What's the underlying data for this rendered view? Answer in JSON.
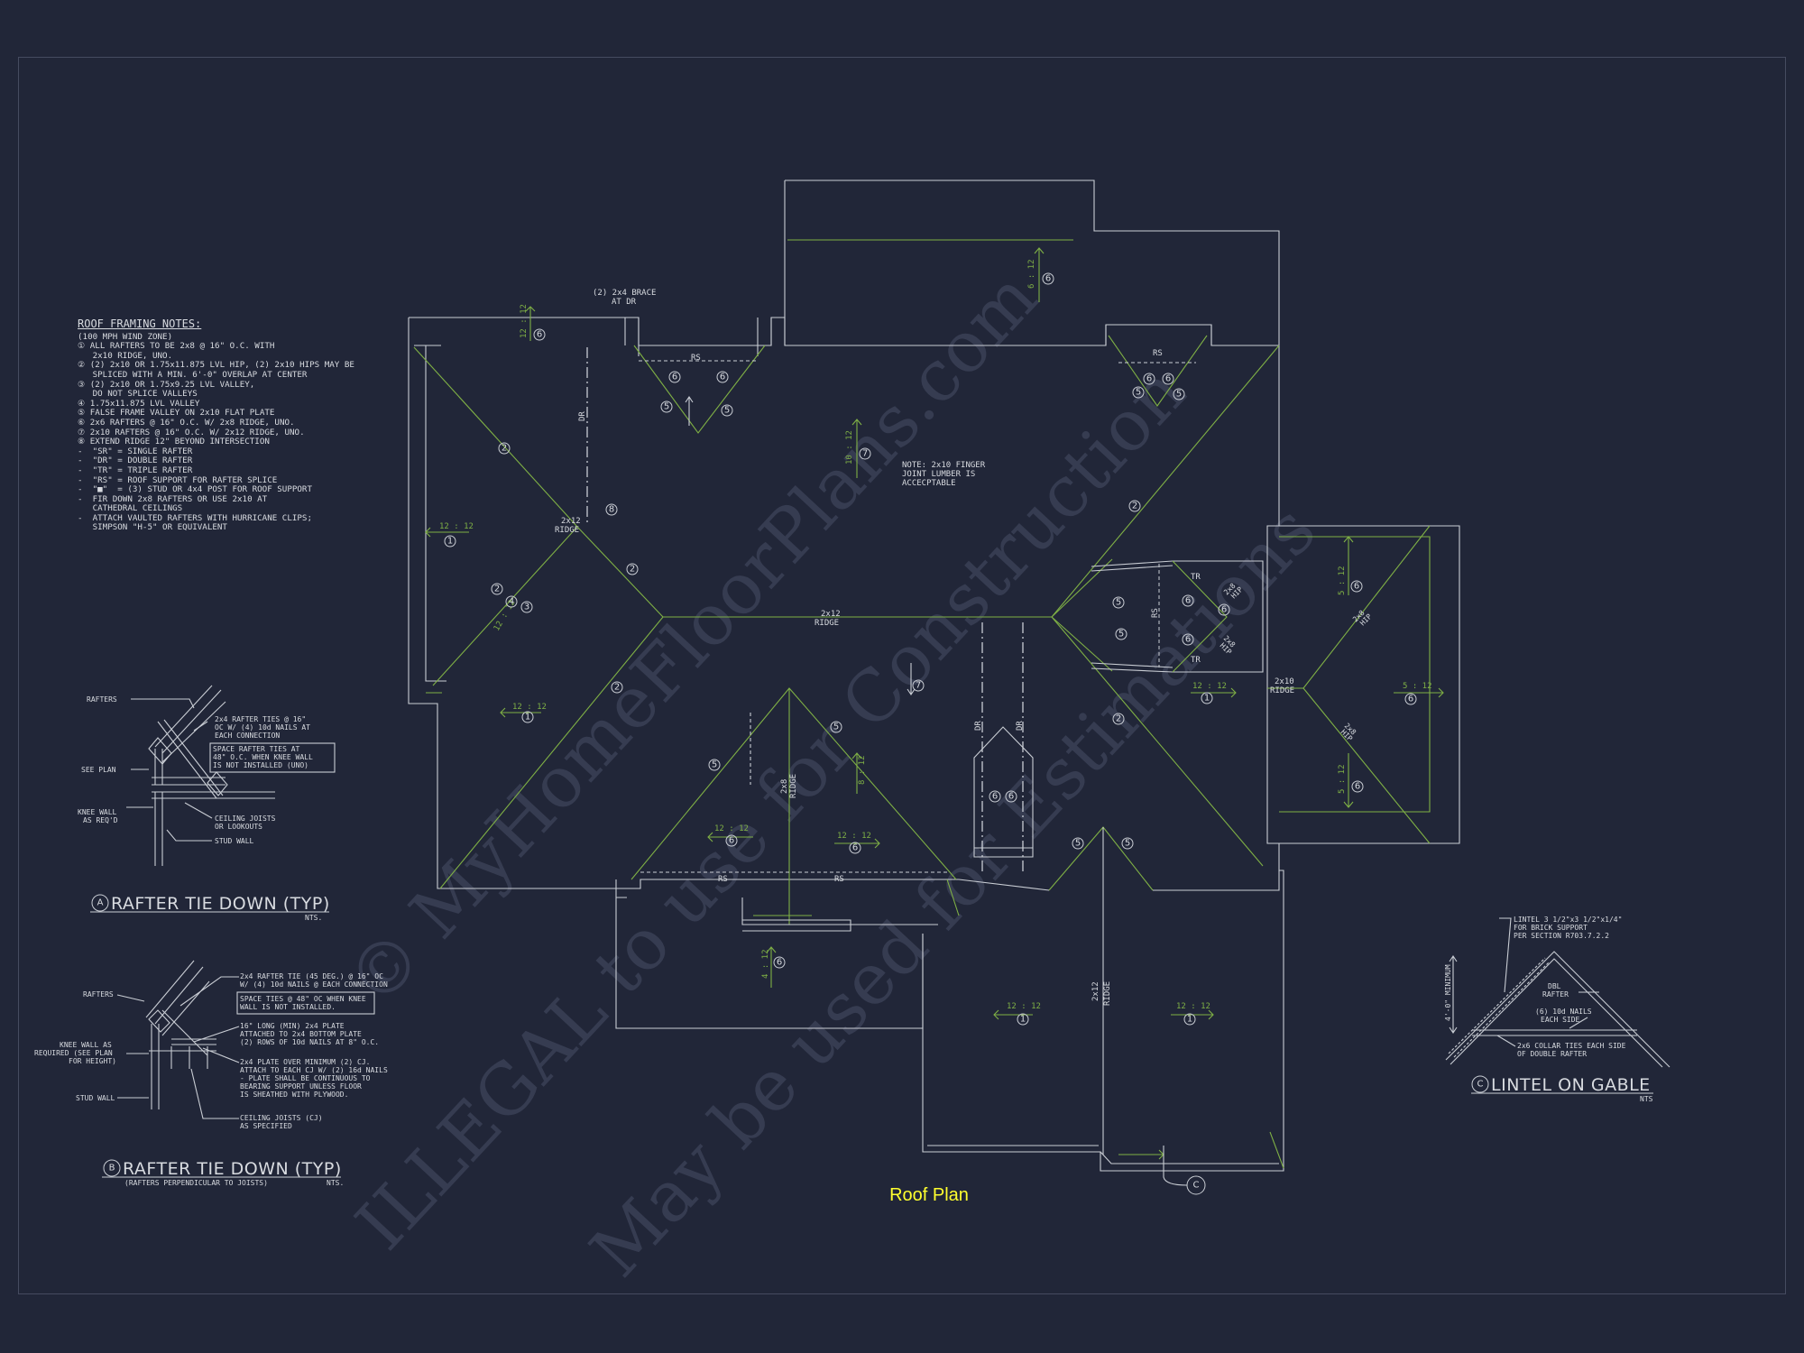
{
  "sheet_title": "Roof Plan",
  "watermarks": [
    "© MyHomeFloorPlans.com",
    "ILLEGAL to use for Construction",
    "May be used for Estimations"
  ],
  "notes": {
    "heading": "ROOF FRAMING NOTES:",
    "lines": [
      "(100 MPH WIND ZONE)",
      "① ALL RAFTERS TO BE 2x8 @ 16\" O.C. WITH",
      "   2x10 RIDGE, UNO.",
      "② (2) 2x10 OR 1.75x11.875 LVL HIP, (2) 2x10 HIPS MAY BE",
      "   SPLICED WITH A MIN. 6'-0\" OVERLAP AT CENTER",
      "③ (2) 2x10 OR 1.75x9.25 LVL VALLEY,",
      "   DO NOT SPLICE VALLEYS",
      "④ 1.75x11.875 LVL VALLEY",
      "⑤ FALSE FRAME VALLEY ON 2x10 FLAT PLATE",
      "⑥ 2x6 RAFTERS @ 16\" O.C. W/ 2x8 RIDGE, UNO.",
      "⑦ 2x10 RAFTERS @ 16\" O.C. W/ 2x12 RIDGE, UNO.",
      "⑧ EXTEND RIDGE 12\" BEYOND INTERSECTION",
      "-  \"SR\" = SINGLE RAFTER",
      "-  \"DR\" = DOUBLE RAFTER",
      "-  \"TR\" = TRIPLE RAFTER",
      "-  \"RS\" = ROOF SUPPORT FOR RAFTER SPLICE",
      "-  \"■\"  = (3) STUD OR 4x4 POST FOR ROOF SUPPORT",
      "-  FIR DOWN 2x8 RAFTERS OR USE 2x10 AT",
      "   CATHEDRAL CEILINGS",
      "-  ATTACH VAULTED RAFTERS WITH HURRICANE CLIPS;",
      "   SIMPSON \"H-5\" OR EQUIVALENT"
    ]
  },
  "plan_labels": {
    "brace": "(2) 2x4 BRACE",
    "brace2": "AT DR",
    "note1": "NOTE: 2x10 FINGER",
    "note2": "JOINT LUMBER IS",
    "note3": "ACCECPTABLE",
    "ridge_main": "2x12",
    "ridge_word": "RIDGE",
    "ridge_left": "2x12",
    "ridge_right": "2x10",
    "ridge_s": "2x12",
    "ridge_tri": "2x8",
    "rs": "RS",
    "dr": "DR",
    "tr": "TR",
    "hip": "HIP",
    "hip_size": "2x8",
    "pitch_12": "12 : 12",
    "pitch_6": "6 : 12",
    "pitch_5": "5 : 12",
    "pitch_10": "10 : 12",
    "pitch_8": "8 : 12",
    "pitch_4": "4 : 12",
    "callout_c": "C"
  },
  "detail_a": {
    "letter": "A",
    "title": "RAFTER TIE DOWN (TYP)",
    "scale": "NTS.",
    "rafters": "RAFTERS",
    "see_plan": "SEE PLAN",
    "knee1": "KNEE WALL",
    "knee2": "AS REQ'D",
    "tie1": "2x4 RAFTER TIES @ 16\"",
    "tie2": "OC W/ (4) 10d NAILS AT",
    "tie3": "EACH CONNECTION",
    "space1": "SPACE RAFTER TIES AT",
    "space2": "48\" O.C. WHEN KNEE WALL",
    "space3": "IS NOT INSTALLED (UNO)",
    "cj1": "CEILING JOISTS",
    "cj2": "OR LOOKOUTS",
    "stud": "STUD WALL"
  },
  "detail_b": {
    "letter": "B",
    "title": "RAFTER TIE DOWN (TYP)",
    "subtitle": "(RAFTERS PERPENDICULAR TO JOISTS)",
    "scale": "NTS.",
    "rafters": "RAFTERS",
    "knee1": "KNEE WALL AS",
    "knee2": "REQUIRED (SEE PLAN",
    "knee3": "FOR HEIGHT)",
    "stud": "STUD WALL",
    "t1": "2x4 RAFTER TIE (45 DEG.) @ 16\" OC",
    "t2": "W/ (4) 10d NAILS @ EACH CONNECTION",
    "s1": "SPACE TIES @ 48\" OC WHEN KNEE",
    "s2": "WALL IS NOT INSTALLED.",
    "p1": "16\" LONG (MIN) 2x4 PLATE",
    "p2": "ATTACHED TO 2x4 BOTTOM PLATE",
    "p3": "(2) ROWS OF 10d NAILS AT 8\" O.C.",
    "q1": "2x4 PLATE OVER MINIMUM (2) CJ.",
    "q2": "ATTACH TO EACH CJ W/ (2) 16d NAILS",
    "q3": "- PLATE SHALL BE CONTINUOUS TO",
    "q4": "BEARING SUPPORT UNLESS FLOOR",
    "q5": "IS SHEATHED WITH PLYWOOD.",
    "c1": "CEILING JOISTS (CJ)",
    "c2": "AS SPECIFIED"
  },
  "detail_c": {
    "letter": "C",
    "title": "LINTEL ON GABLE",
    "scale": "NTS",
    "l1": "LINTEL 3 1/2\"x3 1/2\"x1/4\"",
    "l2": "FOR BRICK SUPPORT",
    "l3": "PER SECTION R703.7.2.2",
    "dbl": "DBL",
    "raft": "RAFTER",
    "n1": "(6) 10d NAILS",
    "n2": "EACH SIDE",
    "ct1": "2x6 COLLAR TIES EACH SIDE",
    "ct2": "OF DOUBLE RAFTER",
    "min": "4'-0\" MINIMUM"
  },
  "colors": {
    "background": "#212638",
    "linework": "#c9cdd4",
    "roof_lines": "#7fb045",
    "title": "#ffff2e"
  }
}
